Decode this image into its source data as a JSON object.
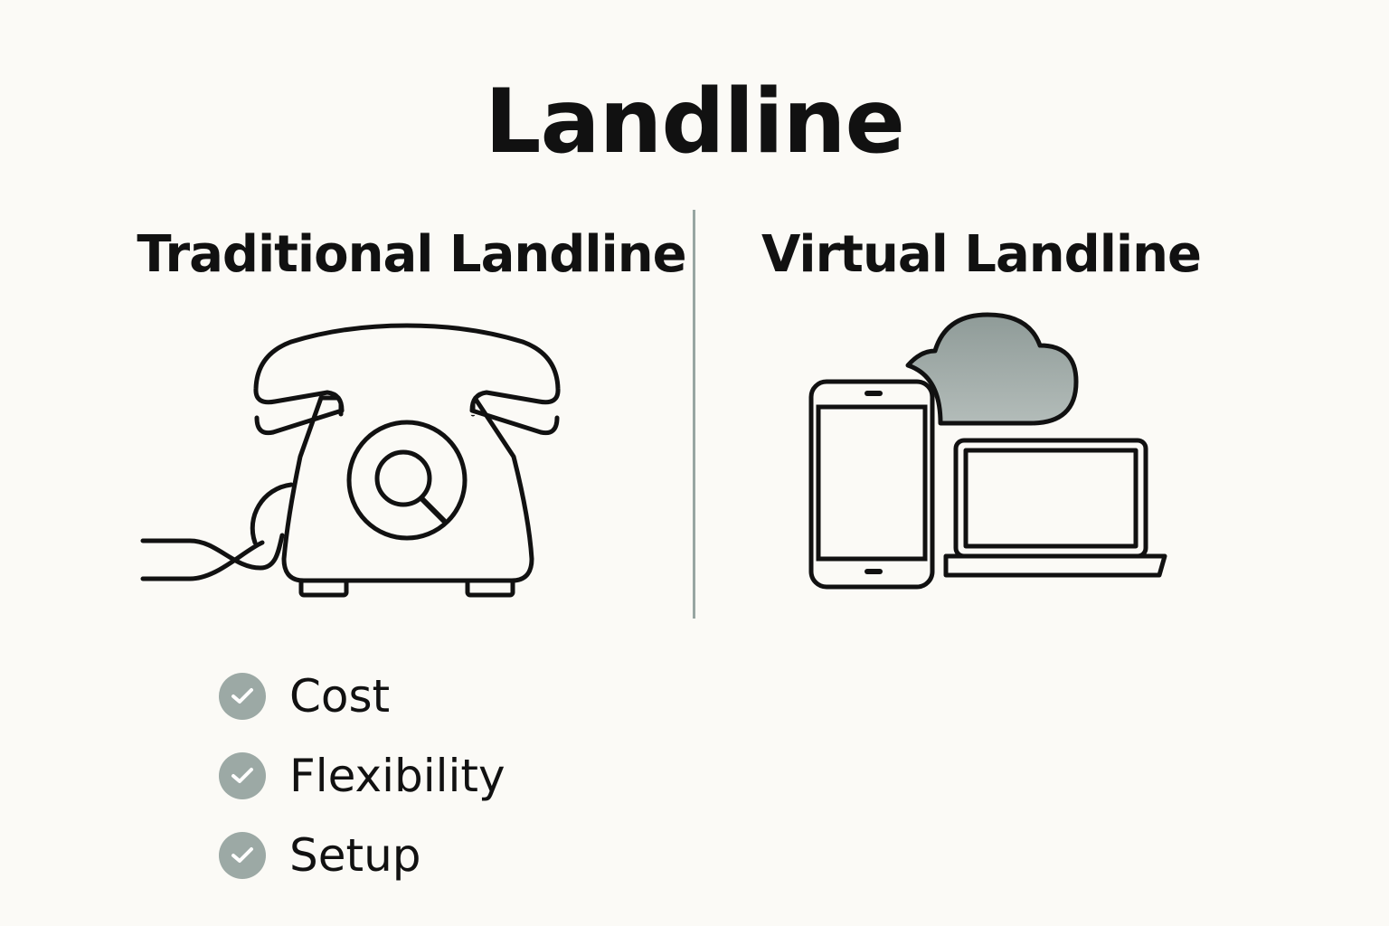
{
  "title": "Landline",
  "columns": [
    {
      "title": "Traditional Landline",
      "icon": "rotary-phone-icon",
      "features": [
        {
          "label": "Cost",
          "icon": "check-icon"
        },
        {
          "label": "Flexibility",
          "icon": "check-icon"
        },
        {
          "label": "Setup",
          "icon": "check-icon"
        }
      ]
    },
    {
      "title": "Virtual Landline",
      "icons": [
        "smartphone-icon",
        "cloud-icon",
        "laptop-icon"
      ]
    }
  ],
  "colors": {
    "background": "#fbfaf6",
    "ink": "#111111",
    "accent_gray": "#9ca9a5",
    "divider": "#98a6a2",
    "cloud": "#a3aeaa"
  }
}
